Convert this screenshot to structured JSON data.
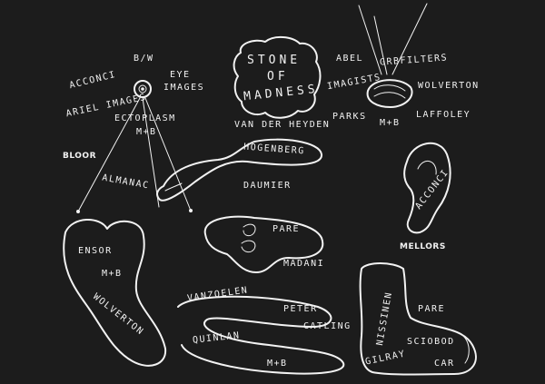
{
  "labels": {
    "acconci_top": "ACCONCI",
    "bw": "B/W",
    "eye": "EYE",
    "images": "IMAGES",
    "ariel_images": "ARIEL IMAGES",
    "ectoplasm": "ECTOPLASM",
    "mb_1": "M+B",
    "bloor": "BLOOR",
    "almanac": "ALMANAC",
    "stone": "STONE",
    "of": "OF",
    "madness": "MADNESS",
    "van_der_heyden": "VAN DER HEYDEN",
    "hogenberg": "HOGENBERG",
    "daumier": "DAUMIER",
    "abel": "ABEL",
    "grb_filters": "GRBFILTERS",
    "imagists": "IMAGISTS",
    "wolverton_top": "WOLVERTON",
    "parks": "PARKS",
    "mb_2": "M+B",
    "laffoley": "LAFFOLEY",
    "acconci_ear": "ACCONCI",
    "mellors": "MELLORS",
    "ensor": "ENSOR",
    "mb_3": "M+B",
    "wolverton_side": "WOLVERTON",
    "pare_mid": "PARE",
    "madani": "MADANI",
    "vanzoelen": "VANZOELEN",
    "peter": "PETER",
    "catling": "CATLING",
    "quinlan": "QUINLAN",
    "mb_4": "M+B",
    "nissinen": "NISSINEN",
    "pare_foot": "PARE",
    "sciobod": "SCIOBOD",
    "gilray": "GILRAY",
    "car": "CAR"
  }
}
